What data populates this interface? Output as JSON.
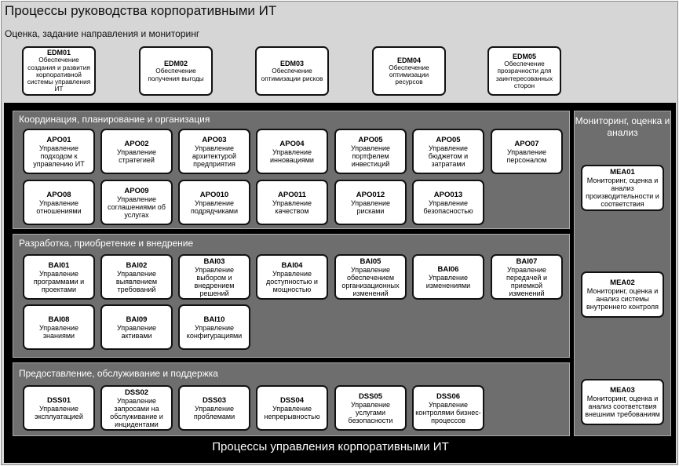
{
  "governance": {
    "title": "Процессы руководства корпоративными ИТ",
    "subtitle": "Оценка, задание направления и мониторинг",
    "processes": [
      {
        "code": "EDM01",
        "label": "Обеспечение создания и развития корпоративной системы управления ИТ"
      },
      {
        "code": "EDM02",
        "label": "Обеспечение получения выгоды"
      },
      {
        "code": "EDM03",
        "label": "Обеспечение оптимизации рисков"
      },
      {
        "code": "EDM04",
        "label": "Обеспечение оптимизации ресурсов"
      },
      {
        "code": "EDM05",
        "label": "Обеспечение прозрачности для заинтересованных сторон"
      }
    ]
  },
  "management": {
    "title": "Процессы управления корпоративными ИТ",
    "apo": {
      "title": "Координация, планирование и организация",
      "processes": [
        {
          "code": "APO01",
          "label": "Управление подходом к управлению ИТ"
        },
        {
          "code": "APO02",
          "label": "Управление стратегией"
        },
        {
          "code": "APO03",
          "label": "Управление архитектурой предприятия"
        },
        {
          "code": "APO04",
          "label": "Управление инновациями"
        },
        {
          "code": "APO05",
          "label": "Управление портфелем инвестиций"
        },
        {
          "code": "APO05",
          "label": "Управление бюджетом и затратами"
        },
        {
          "code": "APO07",
          "label": "Управление персоналом"
        },
        {
          "code": "APO08",
          "label": "Управление отношениями"
        },
        {
          "code": "APO09",
          "label": "Управление соглашениями об услугах"
        },
        {
          "code": "APO010",
          "label": "Управление подрядчиками"
        },
        {
          "code": "APO011",
          "label": "Управление качеством"
        },
        {
          "code": "APO012",
          "label": "Управление рисками"
        },
        {
          "code": "APO013",
          "label": "Управление безопасностью"
        }
      ]
    },
    "bai": {
      "title": "Разработка, приобретение и внедрение",
      "processes": [
        {
          "code": "BAI01",
          "label": "Управление программами и проектами"
        },
        {
          "code": "BAI02",
          "label": "Управление выявлением требований"
        },
        {
          "code": "BAI03",
          "label": "Управление выбором и внедрением решений"
        },
        {
          "code": "BAI04",
          "label": "Управление доступностью и мощностью"
        },
        {
          "code": "BAI05",
          "label": "Управление обеспечением организационных изменений"
        },
        {
          "code": "BAI06",
          "label": "Управление изменениями"
        },
        {
          "code": "BAI07",
          "label": "Управление передачей и приемкой изменений"
        },
        {
          "code": "BAI08",
          "label": "Управление знаниями"
        },
        {
          "code": "BAI09",
          "label": "Управление активами"
        },
        {
          "code": "BAI10",
          "label": "Управление конфигурациями"
        }
      ]
    },
    "dss": {
      "title": "Предоставление, обслуживание и поддержка",
      "processes": [
        {
          "code": "DSS01",
          "label": "Управление эксплуатацией"
        },
        {
          "code": "DSS02",
          "label": "Управление запросами на обслуживание и инцидентами"
        },
        {
          "code": "DSS03",
          "label": "Управление проблемами"
        },
        {
          "code": "DSS04",
          "label": "Управление непрерывностью"
        },
        {
          "code": "DSS05",
          "label": "Управление услугами безопасности"
        },
        {
          "code": "DSS06",
          "label": "Управление контролями бизнес-процессов"
        }
      ]
    },
    "mea": {
      "title": "Мониторинг, оценка и анализ",
      "processes": [
        {
          "code": "MEA01",
          "label": "Мониторинг, оценка и анализ производительности и соответствия"
        },
        {
          "code": "MEA02",
          "label": "Мониторинг, оценка и анализ системы внутреннего контроля"
        },
        {
          "code": "MEA03",
          "label": "Мониторинг, оценка и анализ соответствия внешним требованиям"
        }
      ]
    }
  }
}
